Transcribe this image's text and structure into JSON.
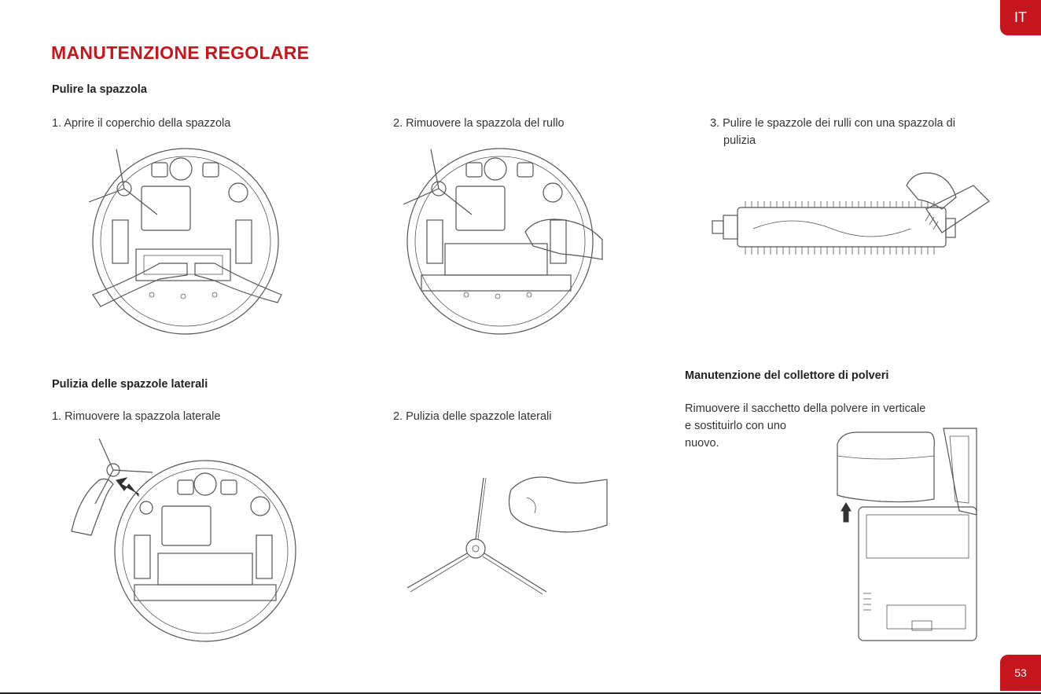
{
  "lang_tab": "IT",
  "page_number": "53",
  "title": "MANUTENZIONE REGOLARE",
  "brush_section": {
    "heading": "Pulire la spazzola",
    "steps": [
      "1. Aprire il coperchio della spazzola",
      "2. Rimuovere la spazzola del rullo",
      "3. Pulire le spazzole dei rulli con una spazzola di",
      "pulizia"
    ]
  },
  "side_brush_section": {
    "heading": "Pulizia delle spazzole laterali",
    "steps": [
      "1. Rimuovere la spazzola laterale",
      "2. Pulizia delle spazzole laterali"
    ]
  },
  "dust_section": {
    "heading": "Manutenzione del collettore di polveri",
    "lines": [
      "Rimuovere il sacchetto della polvere in verticale",
      "e sostituirlo con uno",
      "nuovo."
    ]
  }
}
